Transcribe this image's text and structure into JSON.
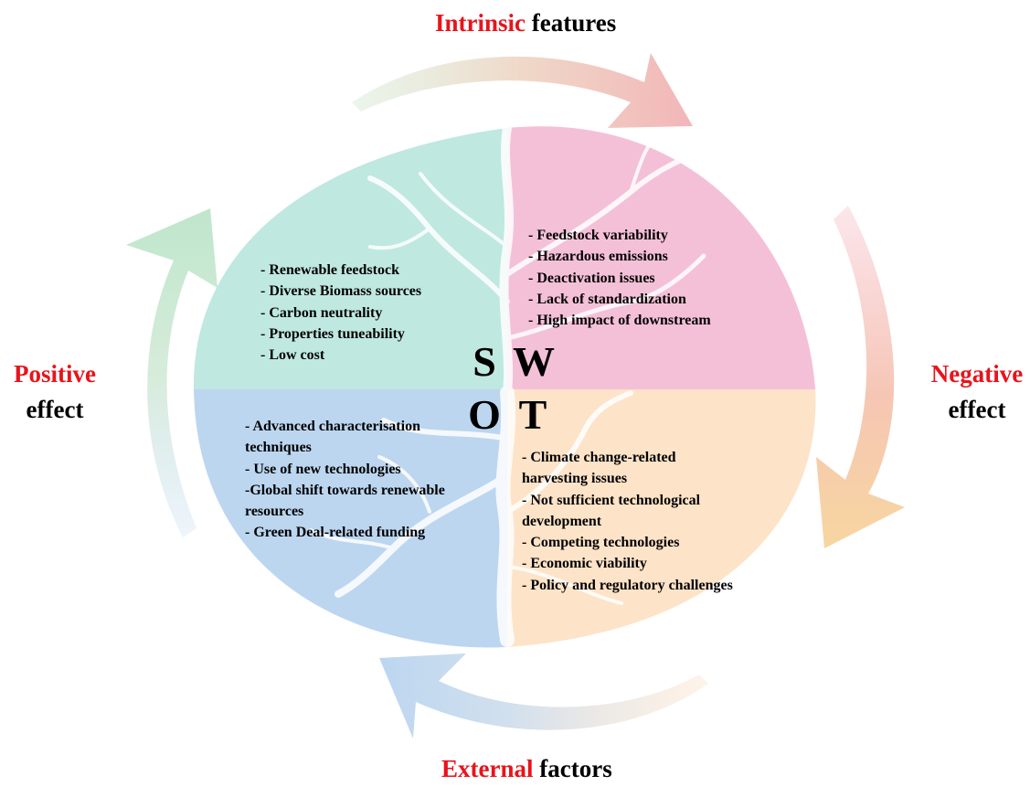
{
  "axes": {
    "top": {
      "accent": "Intrinsic",
      "rest": " features"
    },
    "bottom": {
      "accent": "External",
      "rest": " factors"
    },
    "left": {
      "accent": "Positive",
      "rest": "effect"
    },
    "right": {
      "accent": "Negative",
      "rest": "effect"
    }
  },
  "quadrants": {
    "strengths": {
      "letter": "S",
      "color": "#bfe8e0",
      "items": [
        "- Renewable feedstock",
        "- Diverse Biomass sources",
        "- Carbon neutrality",
        "- Properties tuneability",
        "- Low cost"
      ]
    },
    "weaknesses": {
      "letter": "W",
      "color": "#f4c0d8",
      "items": [
        "- Feedstock variability",
        "- Hazardous emissions",
        "- Deactivation issues",
        "- Lack of standardization",
        "- High impact of downstream"
      ]
    },
    "opportunities": {
      "letter": "O",
      "color": "#bcd6f0",
      "items": [
        "- Advanced characterisation",
        "techniques",
        "- Use of new technologies",
        "-Global shift towards renewable",
        "resources",
        "- Green Deal-related funding"
      ]
    },
    "threats": {
      "letter": "T",
      "color": "#fde3c8",
      "items": [
        "- Climate change-related",
        "harvesting issues",
        "- Not sufficient technological",
        "development",
        "- Competing technologies",
        "- Economic viability",
        "- Policy and regulatory challenges"
      ]
    }
  },
  "colors": {
    "accent_text": "#e8141b",
    "arrow_top": "#f2b6b8",
    "arrow_right": "#f7d6a0",
    "arrow_bottom": "#bcd6f0",
    "arrow_left": "#c3e6d4",
    "vein": "#ffffff"
  }
}
